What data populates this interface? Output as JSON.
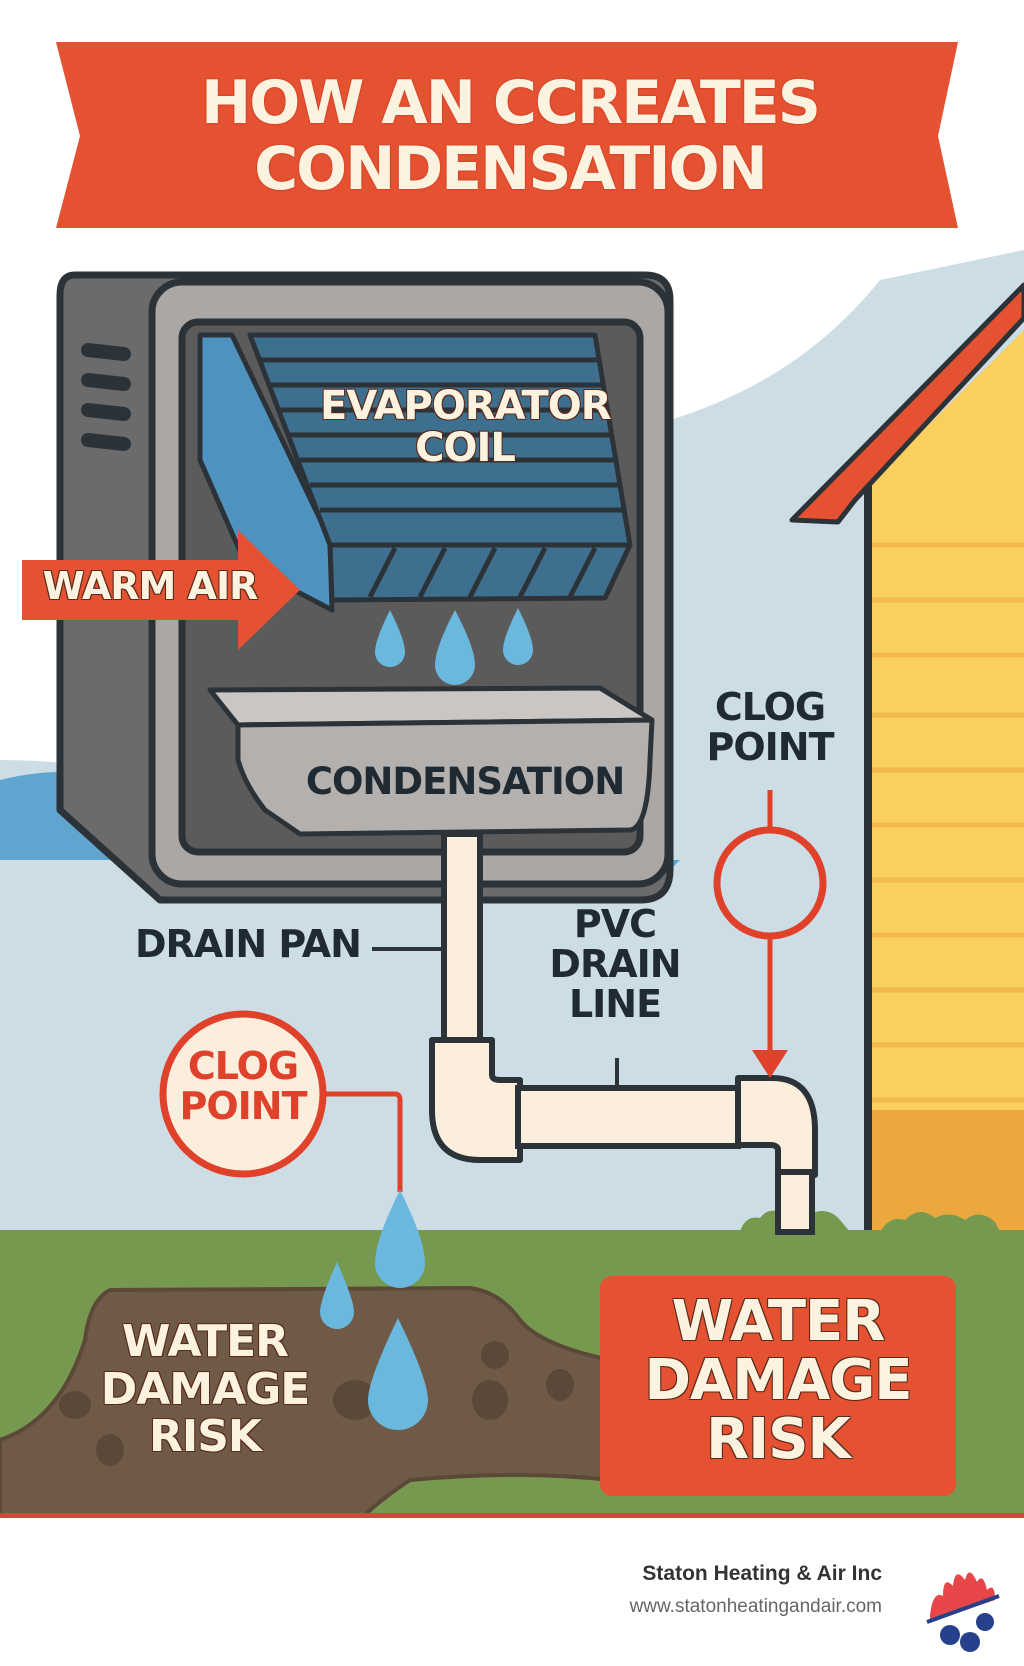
{
  "title": {
    "line1": "HOW AN CCREATES",
    "line2": "CONDENSATION",
    "banner_color": "#e45232"
  },
  "labels": {
    "evaporator_coil_line1": "EVAPORATOR",
    "evaporator_coil_line2": "COIL",
    "warm_air": "WARM AIR",
    "condensation": "CONDENSATION",
    "drain_pan": "DRAIN PAN",
    "pvc_line1": "PVC",
    "pvc_line2": "DRAIN",
    "pvc_line3": "LINE",
    "clog_point_top_line1": "CLOG",
    "clog_point_top_line2": "POINT",
    "clog_point_left_line1": "CLOG",
    "clog_point_left_line2": "POINT",
    "water_damage_soil_line1": "WATER",
    "water_damage_soil_line2": "DAMAGE",
    "water_damage_soil_line3": "RISK",
    "water_damage_box_line1": "WATER",
    "water_damage_box_line2": "DAMAGE",
    "water_damage_box_line3": "RISK"
  },
  "footer": {
    "company": "Staton Heating & Air Inc",
    "url": "www.statonheatingandair.com",
    "logo_icon": "flame-snowflake-logo"
  },
  "colors": {
    "accent_red": "#e45232",
    "sky": "#cddde6",
    "grass": "#76994f",
    "soil": "#6e5a47",
    "house_yellow": "#f9cf5e",
    "coil_blue": "#3f6f8e",
    "water_blue": "#6ab8dd",
    "unit_gray": "#a9a6a3",
    "pipe_cream": "#fbeedd",
    "outline": "#2c3338"
  }
}
